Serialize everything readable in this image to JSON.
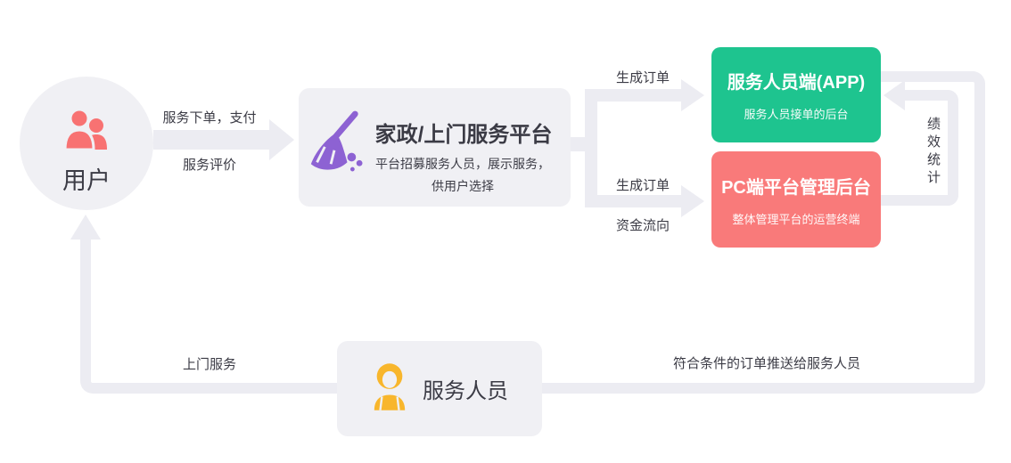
{
  "colors": {
    "background": "#ffffff",
    "panel_gray": "#f0f0f4",
    "line_gray": "#ececf2",
    "text_dark": "#3b3b45",
    "accent_green": "#1ec48f",
    "accent_red": "#f97a7a",
    "accent_coral": "#f87272",
    "accent_yellow": "#f8b62c",
    "accent_purple": "#8d62d3",
    "white": "#ffffff"
  },
  "nodes": {
    "user": {
      "label": "用户",
      "icon": "users-icon"
    },
    "platform": {
      "title": "家政/上门服务平台",
      "desc_line1": "平台招募服务人员，展示服务，",
      "desc_line2": "供用户选择",
      "icon": "broom-icon"
    },
    "app": {
      "title": "服务人员端(APP)",
      "subtitle": "服务人员接单的后台"
    },
    "pc_admin": {
      "title": "PC端平台管理后台",
      "subtitle": "整体管理平台的运营终端"
    },
    "staff": {
      "label": "服务人员",
      "icon": "maid-icon"
    }
  },
  "edges": {
    "user_to_platform_top": "服务下单，支付",
    "user_to_platform_bottom": "服务评价",
    "platform_to_app": "生成订单",
    "platform_to_pc_top": "生成订单",
    "platform_to_pc_bottom": "资金流向",
    "pc_to_app": "绩效统计",
    "staff_to_user": "上门服务",
    "app_to_staff": "符合条件的订单推送给服务人员"
  }
}
